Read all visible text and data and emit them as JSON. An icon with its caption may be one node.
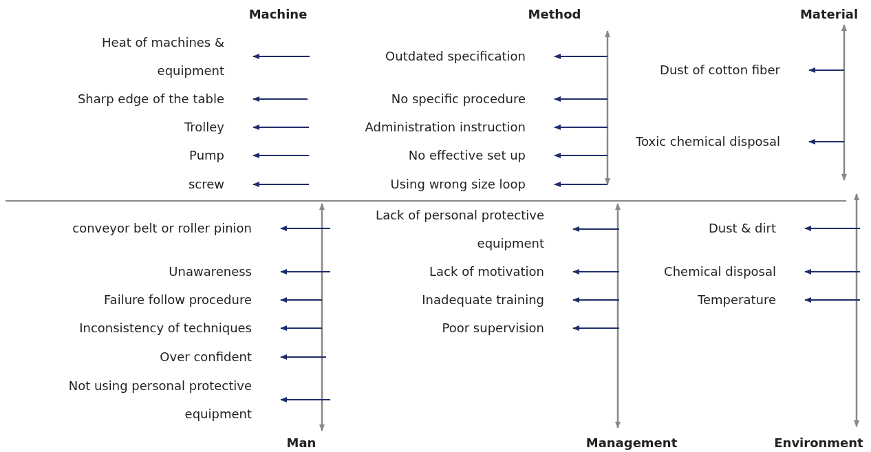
{
  "diagram": {
    "nodes": [
      {
        "text": [
          "Heat of machines & equipment"
        ]
      },
      {
        "text": [
          "Sharp edge of the table"
        ]
      },
      {
        "text": [
          "Trolley"
        ]
      },
      {
        "text": [
          "Pump"
        ]
      },
      {
        "text": [
          "screw"
        ]
      },
      {
        "text": [
          "Outdated specification"
        ]
      },
      {
        "text": [
          "No specific procedure"
        ]
      },
      {
        "text": [
          "Administration instruction"
        ]
      },
      {
        "text": [
          "No effective set up"
        ]
      },
      {
        "text": [
          "Using wrong size loop"
        ]
      },
      {
        "text": [
          "Dust of cotton fiber"
        ]
      },
      {
        "text": [
          "Toxic chemical disposal"
        ]
      },
      {
        "text": [
          "conveyor belt or roller pinion"
        ]
      },
      {
        "text": [
          "Unawareness"
        ]
      },
      {
        "text": [
          "Failure follow procedure"
        ]
      },
      {
        "text": [
          "Inconsistency of techniques"
        ]
      },
      {
        "text": [
          "Over confident"
        ]
      },
      {
        "text": [
          "Not using personal protective equipment"
        ]
      },
      {
        "text": [
          "Lack of personal protective equipment"
        ]
      },
      {
        "text": [
          "Lack of motivation"
        ]
      },
      {
        "text": [
          "Inadequate training"
        ]
      },
      {
        "text": [
          "Poor supervision"
        ]
      },
      {
        "text": [
          "Dust & dirt"
        ]
      },
      {
        "text": [
          "Chemical disposal"
        ]
      },
      {
        "text": [
          "Temperature"
        ]
      }
    ],
    "edges": [
      {
        "from": null,
        "to": 0,
        "arrow": "to"
      },
      {
        "from": null,
        "to": 1,
        "arrow": "to"
      },
      {
        "from": null,
        "to": 2,
        "arrow": "to"
      },
      {
        "from": null,
        "to": 3,
        "arrow": "to"
      },
      {
        "from": null,
        "to": 4,
        "arrow": "to"
      },
      {
        "from": null,
        "to": 5,
        "arrow": "to"
      },
      {
        "from": null,
        "to": 6,
        "arrow": "to"
      },
      {
        "from": null,
        "to": 7,
        "arrow": "to"
      },
      {
        "from": null,
        "to": 8,
        "arrow": "to"
      },
      {
        "from": null,
        "to": 9,
        "arrow": "to"
      },
      {
        "from": null,
        "to": 10,
        "arrow": "to"
      },
      {
        "from": null,
        "to": 11,
        "arrow": "to"
      },
      {
        "from": null,
        "to": 12,
        "arrow": "to"
      },
      {
        "from": null,
        "to": 13,
        "arrow": "to"
      },
      {
        "from": null,
        "to": 14,
        "arrow": "to"
      },
      {
        "from": null,
        "to": 15,
        "arrow": "to"
      },
      {
        "from": null,
        "to": 16,
        "arrow": "to"
      },
      {
        "from": null,
        "to": 17,
        "arrow": "to"
      },
      {
        "from": null,
        "to": 18,
        "arrow": "to"
      },
      {
        "from": null,
        "to": 19,
        "arrow": "to"
      },
      {
        "from": null,
        "to": 20,
        "arrow": "to"
      },
      {
        "from": null,
        "to": 21,
        "arrow": "to"
      },
      {
        "from": null,
        "to": 22,
        "arrow": "to"
      },
      {
        "from": null,
        "to": 23,
        "arrow": "to"
      },
      {
        "from": null,
        "to": 24,
        "arrow": "to"
      }
    ],
    "labels": [
      "Machine",
      "Method",
      "Material",
      "Man",
      "Management",
      "Environment"
    ]
  }
}
